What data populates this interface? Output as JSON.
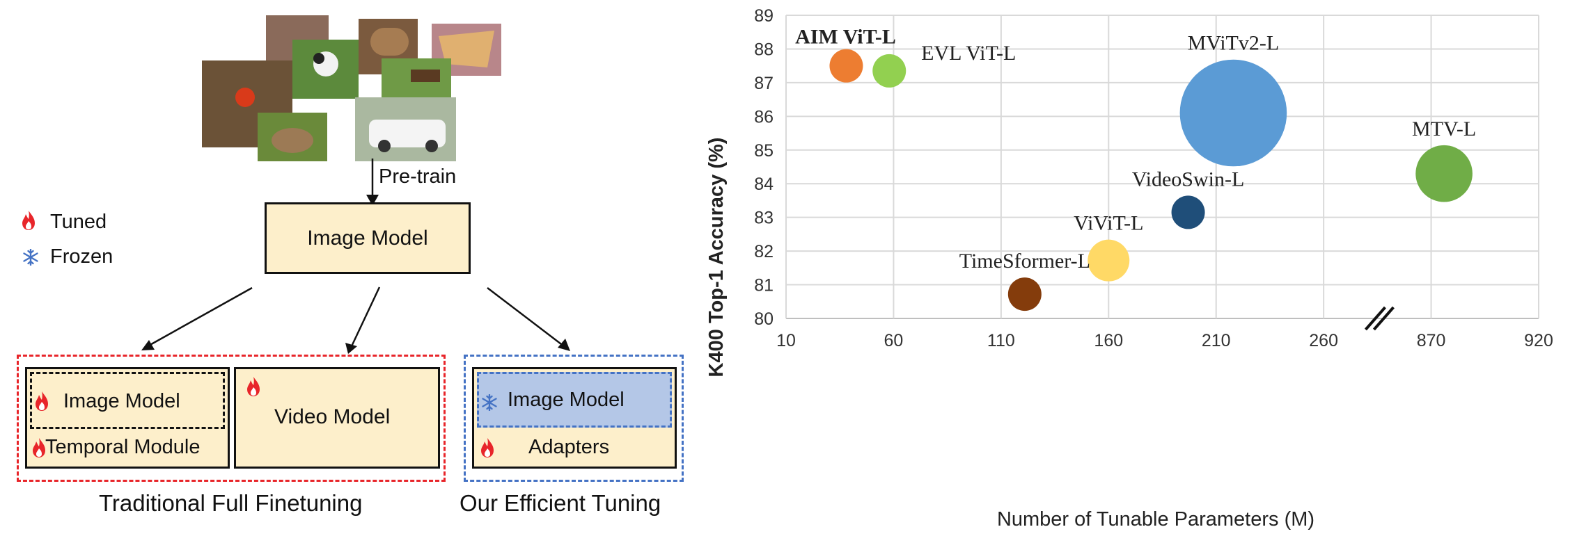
{
  "left": {
    "legend": {
      "tuned": "Tuned",
      "frozen": "Frozen"
    },
    "pretrain_label": "Pre-train",
    "image_model_top": "Image Model",
    "trad": {
      "image_model": "Image Model",
      "temporal_module": "Temporal Module",
      "video_model": "Video Model",
      "caption": "Traditional Full Finetuning"
    },
    "ours": {
      "image_model": "Image Model",
      "adapters": "Adapters",
      "caption": "Our Efficient Tuning"
    },
    "colors": {
      "red": "#e8252a",
      "blue": "#4472c4",
      "box_fill": "#fdefcb",
      "frozen_fill": "#b4c7e7"
    }
  },
  "chart_data": {
    "type": "scatter",
    "title": "",
    "xlabel": "Number of Tunable Parameters (M)",
    "ylabel": "K400 Top-1 Accuracy (%)",
    "xticks": [
      "10",
      "60",
      "110",
      "160",
      "210",
      "260",
      "870",
      "920"
    ],
    "yticks": [
      "80",
      "81",
      "82",
      "83",
      "84",
      "85",
      "86",
      "87",
      "88",
      "89"
    ],
    "ylim": [
      80,
      89
    ],
    "axis_break": "between 260 and 870",
    "grid": true,
    "points": [
      {
        "name": "AIM ViT-L",
        "x": 38,
        "y": 87.5,
        "color": "#ed7d31",
        "bold": true,
        "size": 1
      },
      {
        "name": "EVL ViT-L",
        "x": 58,
        "y": 87.35,
        "color": "#92d050",
        "bold": false,
        "size": 1
      },
      {
        "name": "MViTv2-L",
        "x": 218,
        "y": 86.1,
        "color": "#5b9bd5",
        "bold": false,
        "size": 3.2
      },
      {
        "name": "MTV-L",
        "x": 876,
        "y": 84.3,
        "color": "#70ad47",
        "bold": false,
        "size": 1.7
      },
      {
        "name": "VideoSwin-L",
        "x": 197,
        "y": 83.15,
        "color": "#1f4e79",
        "bold": false,
        "size": 1
      },
      {
        "name": "ViViT-L",
        "x": 160,
        "y": 81.72,
        "color": "#ffd966",
        "bold": false,
        "size": 1.25
      },
      {
        "name": "TimeSformer-L",
        "x": 121,
        "y": 80.72,
        "color": "#843c0c",
        "bold": false,
        "size": 1
      }
    ]
  }
}
